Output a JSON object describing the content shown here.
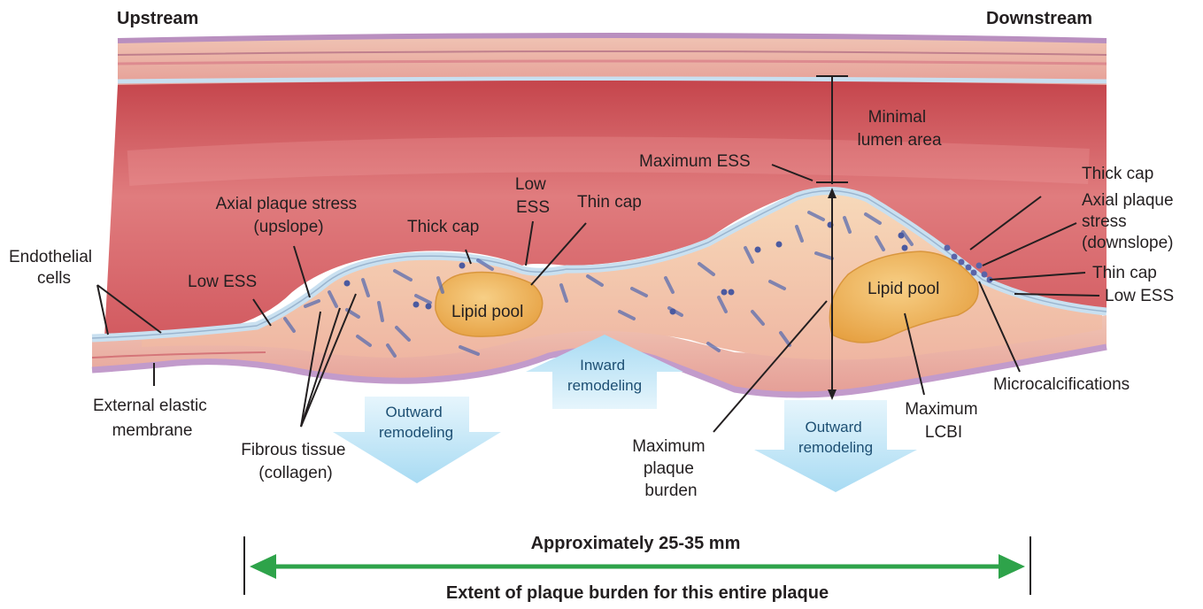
{
  "diagram": {
    "upstream": "Upstream",
    "downstream": "Downstream",
    "labels": {
      "endothelial_1": "Endothelial",
      "endothelial_2": "cells",
      "low_ess_left": "Low ESS",
      "axial_up_1": "Axial plaque stress",
      "axial_up_2": "(upslope)",
      "thick_cap_left": "Thick cap",
      "low_ess_mid_1": "Low",
      "low_ess_mid_2": "ESS",
      "thin_cap_mid": "Thin cap",
      "lipid_pool_left": "Lipid pool",
      "lipid_pool_right": "Lipid pool",
      "maximum_ess": "Maximum ESS",
      "minimal_lumen_1": "Minimal",
      "minimal_lumen_2": "lumen area",
      "thick_cap_right": "Thick cap",
      "axial_down_1": "Axial plaque",
      "axial_down_2": "stress",
      "axial_down_3": "(downslope)",
      "thin_cap_right": "Thin cap",
      "low_ess_right": "Low ESS",
      "microcalcifications": "Microcalcifications",
      "external_elastic_1": "External elastic",
      "external_elastic_2": "membrane",
      "fibrous_1": "Fibrous tissue",
      "fibrous_2": "(collagen)",
      "outward_left_1": "Outward",
      "outward_left_2": "remodeling",
      "inward_1": "Inward",
      "inward_2": "remodeling",
      "max_plaque_1": "Maximum",
      "max_plaque_2": "plaque",
      "max_plaque_3": "burden",
      "outward_right_1": "Outward",
      "outward_right_2": "remodeling",
      "max_lcbi_1": "Maximum",
      "max_lcbi_2": "LCBI"
    },
    "extent": {
      "length": "Approximately 25-35 mm",
      "caption": "Extent of plaque burden for this entire plaque"
    }
  },
  "colors": {
    "lumen": "#d7575c",
    "wall": "#eab3a8",
    "plaque": "#f4c8a6",
    "lipid": "#f0b35a",
    "endothelium": "#b9d6ea",
    "adventitia": "#c9a6cc",
    "arrow_blue": "#bfe3f6",
    "extent_green": "#2ea34a"
  }
}
